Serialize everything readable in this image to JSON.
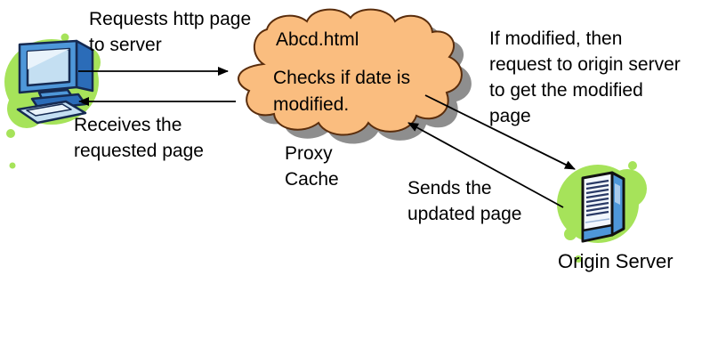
{
  "title": "Proxy cache HTTP request flow diagram",
  "colors": {
    "blob_green": "#A6E35A",
    "device_blue": "#4E97D9",
    "device_blue_dark": "#2B6CB8",
    "screen_light_blue": "#C4DFF2",
    "cloud_orange": "#FABD7F",
    "cloud_outline": "#5A2D0C",
    "cloud_shadow": "#8E8E8E",
    "text": "#000000"
  },
  "client": {
    "icon": "desktop-computer-icon"
  },
  "proxy": {
    "icon": "cloud-shape"
  },
  "server": {
    "icon": "server-tower-icon"
  },
  "labels": {
    "request": "Requests http page\nto server",
    "receive": "Receives the\nrequested page",
    "cloud_file": "Abcd.html",
    "cloud_note": "Checks if date is\nmodified.",
    "proxy_name": "Proxy\nCache",
    "if_modified": "If modified, then\nrequest to origin server\nto get the modified\npage",
    "sends": "Sends the\nupdated page",
    "origin_name": "Origin Server"
  }
}
